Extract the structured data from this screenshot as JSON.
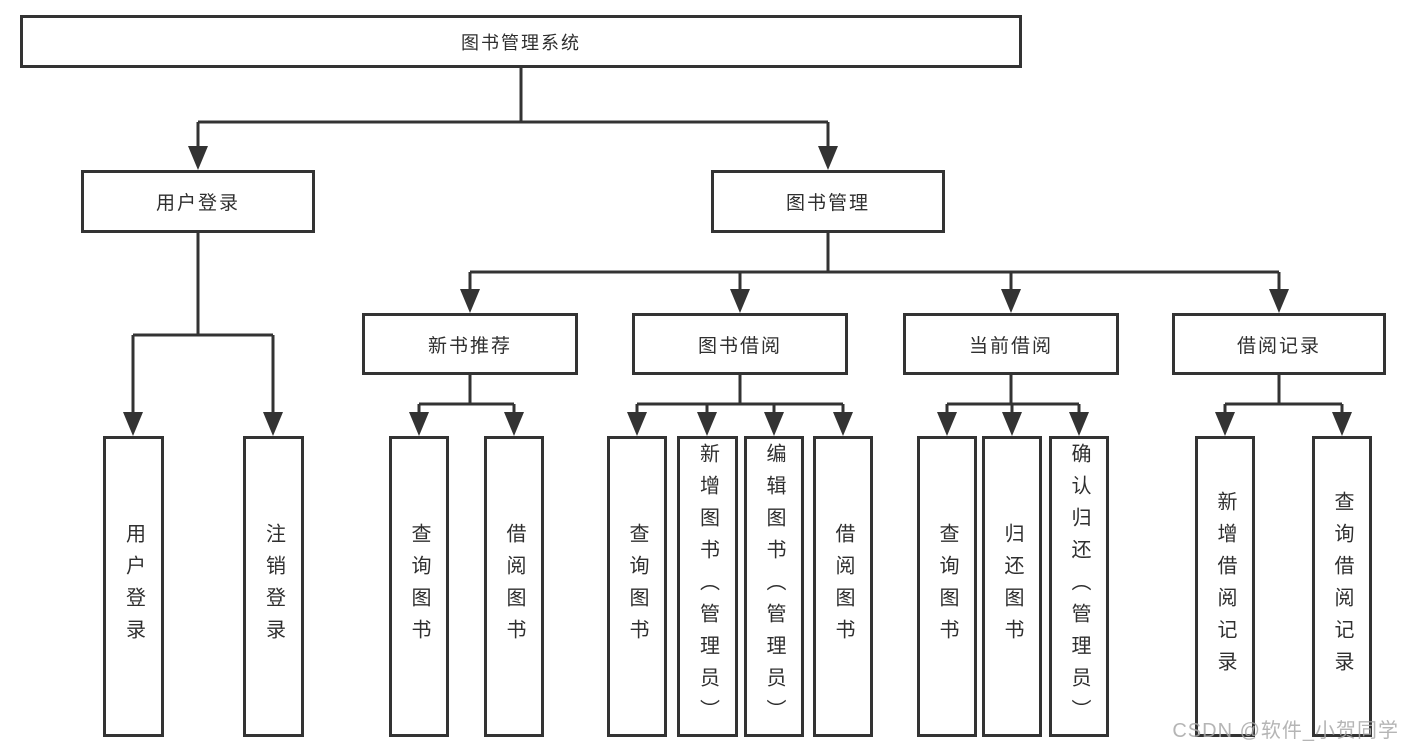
{
  "diagram": {
    "title": "图书管理系统",
    "branches": [
      {
        "label": "用户登录",
        "children": [
          {
            "label": "用户登录"
          },
          {
            "label": "注销登录"
          }
        ]
      },
      {
        "label": "图书管理",
        "children": [
          {
            "label": "新书推荐",
            "children": [
              {
                "label": "查询图书"
              },
              {
                "label": "借阅图书"
              }
            ]
          },
          {
            "label": "图书借阅",
            "children": [
              {
                "label": "查询图书"
              },
              {
                "label": "新增图书（管理员）"
              },
              {
                "label": "编辑图书（管理员）"
              },
              {
                "label": "借阅图书"
              }
            ]
          },
          {
            "label": "当前借阅",
            "children": [
              {
                "label": "查询图书"
              },
              {
                "label": "归还图书"
              },
              {
                "label": "确认归还（管理员）"
              }
            ]
          },
          {
            "label": "借阅记录",
            "children": [
              {
                "label": "新增借阅记录"
              },
              {
                "label": "查询借阅记录"
              }
            ]
          }
        ]
      }
    ]
  },
  "watermark": "CSDN @软件_小贺同学",
  "colors": {
    "line": "#333333",
    "text": "#2f2f2f",
    "background": "#ffffff",
    "watermark": "#a8a8a8"
  }
}
